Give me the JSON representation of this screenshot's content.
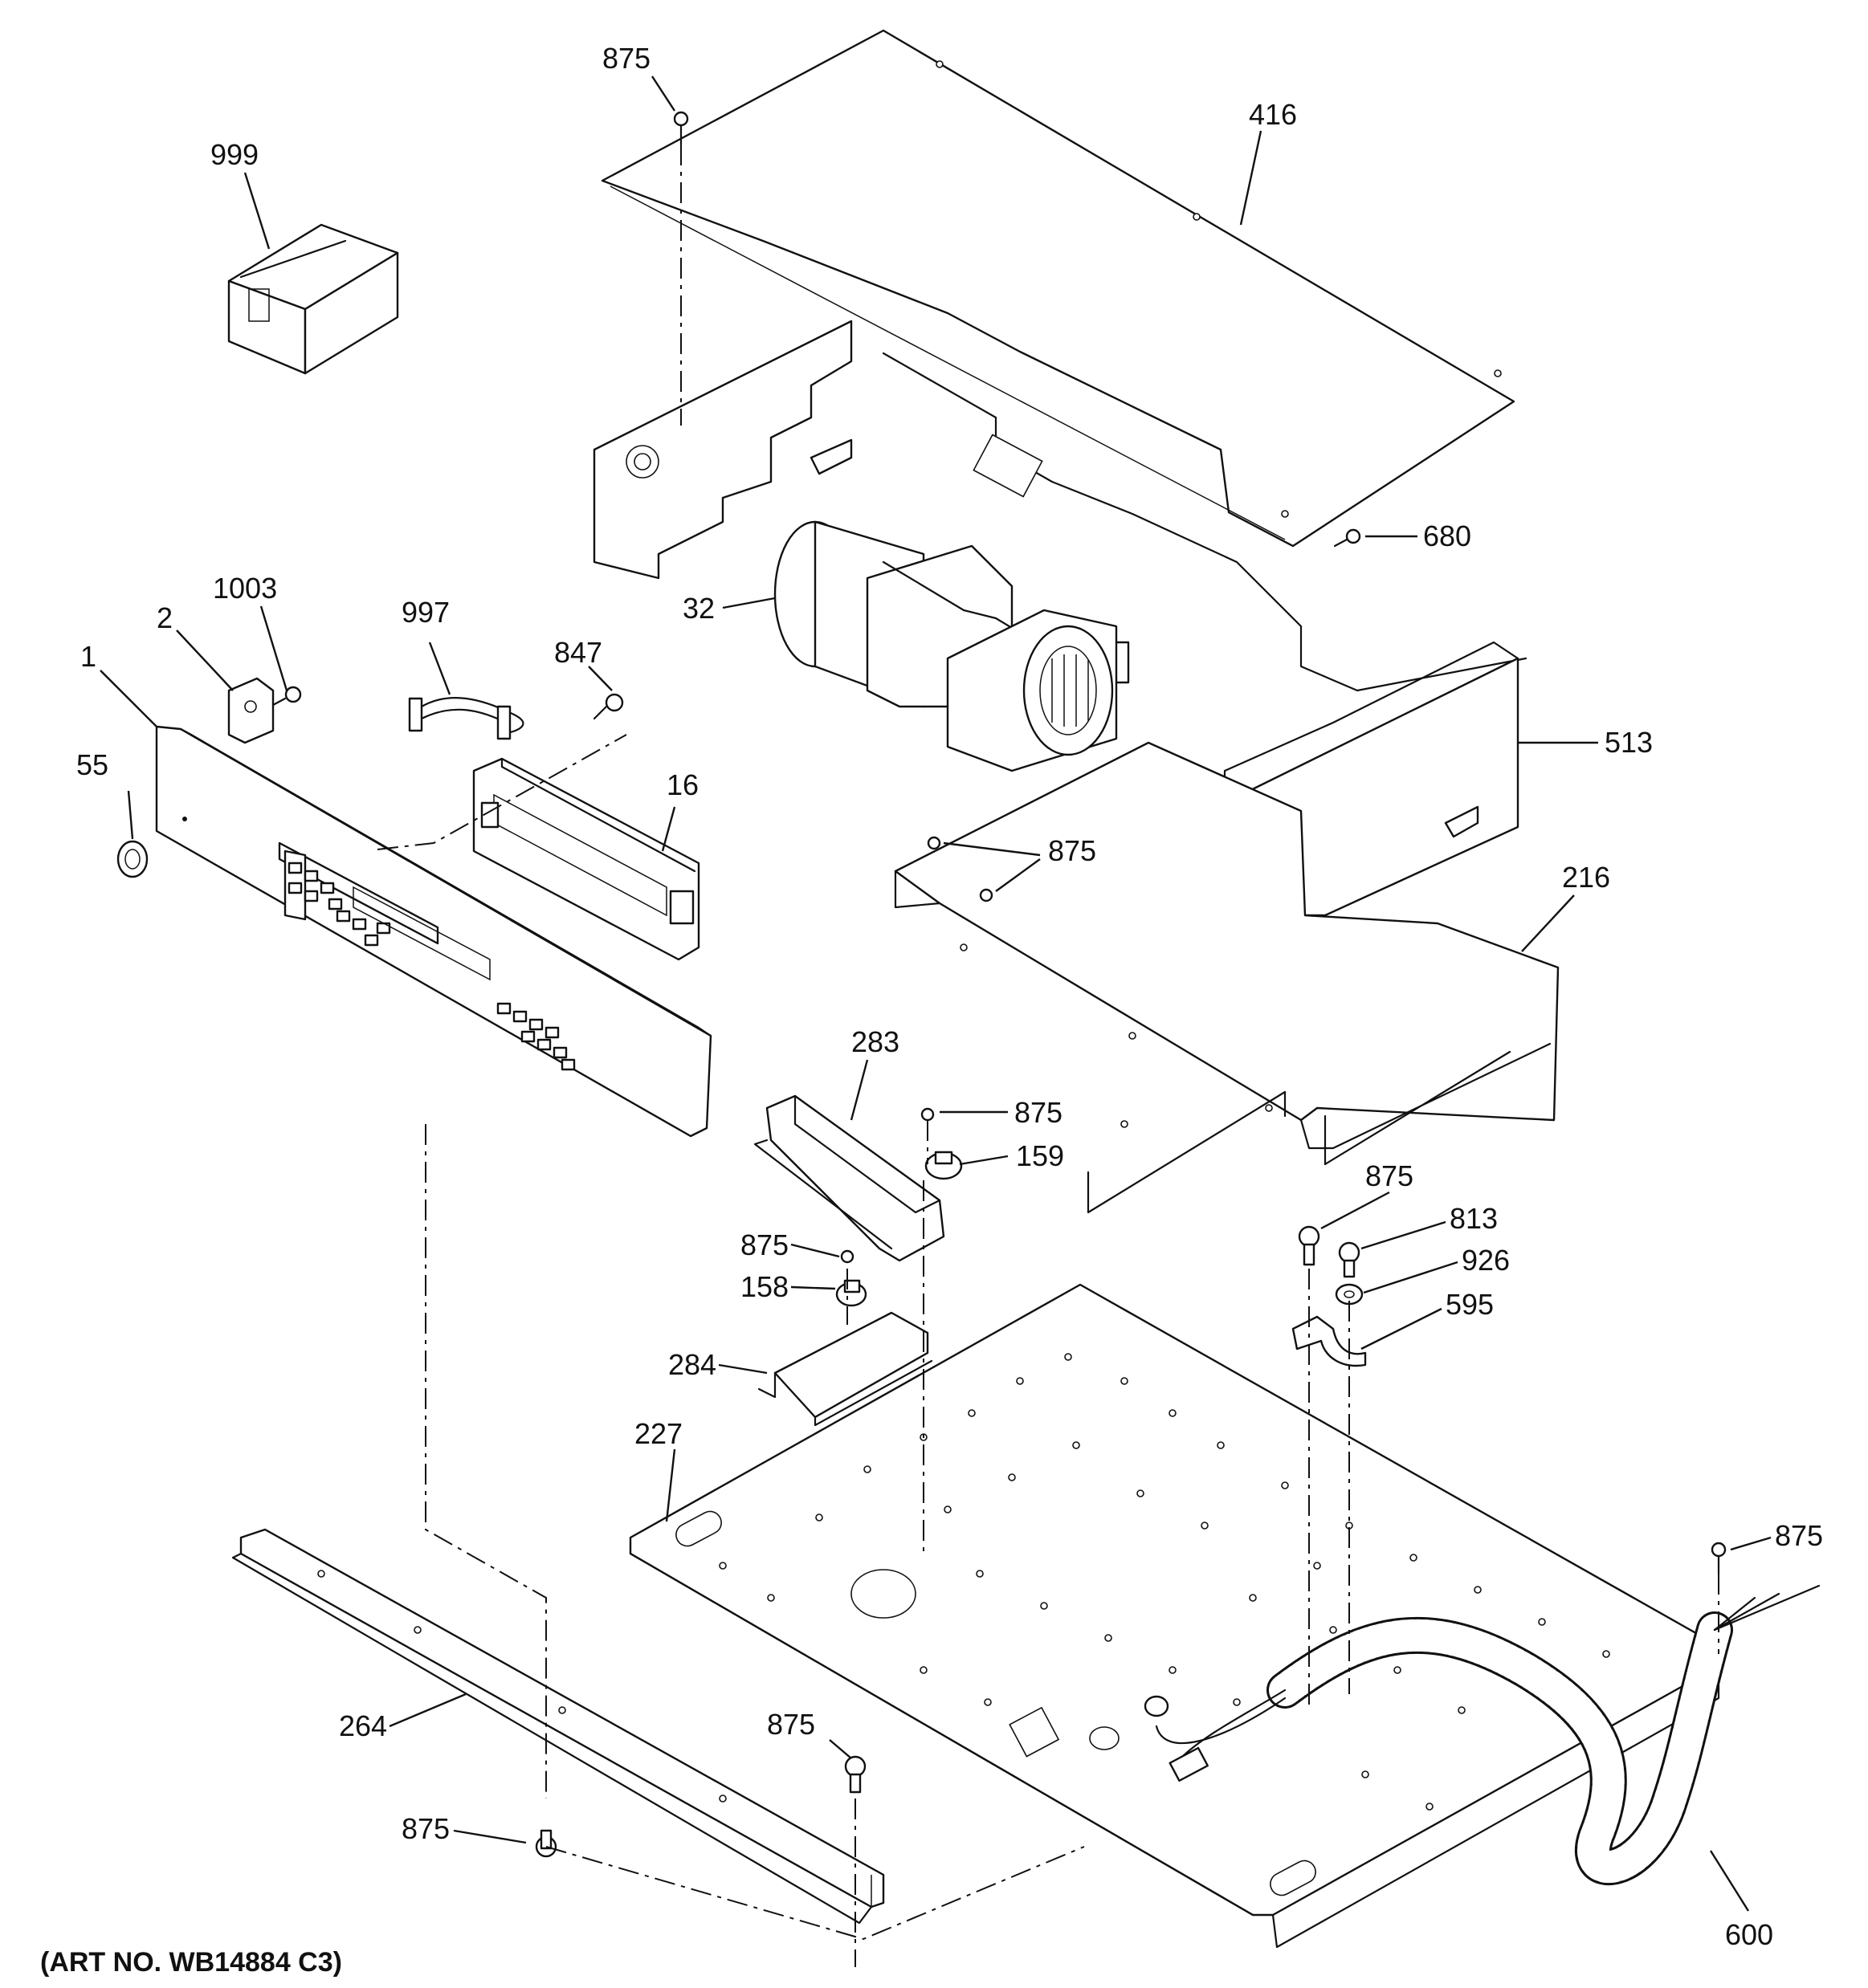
{
  "caption": "(ART NO. WB14884 C3)",
  "callouts": [
    {
      "id": "c-875-a",
      "text": "875"
    },
    {
      "id": "c-416",
      "text": "416"
    },
    {
      "id": "c-999",
      "text": "999"
    },
    {
      "id": "c-680",
      "text": "680"
    },
    {
      "id": "c-1003",
      "text": "1003"
    },
    {
      "id": "c-2",
      "text": "2"
    },
    {
      "id": "c-1",
      "text": "1"
    },
    {
      "id": "c-997",
      "text": "997"
    },
    {
      "id": "c-847",
      "text": "847"
    },
    {
      "id": "c-32",
      "text": "32"
    },
    {
      "id": "c-55",
      "text": "55"
    },
    {
      "id": "c-16",
      "text": "16"
    },
    {
      "id": "c-513",
      "text": "513"
    },
    {
      "id": "c-875-b",
      "text": "875"
    },
    {
      "id": "c-216",
      "text": "216"
    },
    {
      "id": "c-283",
      "text": "283"
    },
    {
      "id": "c-875-c",
      "text": "875"
    },
    {
      "id": "c-159",
      "text": "159"
    },
    {
      "id": "c-875-d",
      "text": "875"
    },
    {
      "id": "c-813",
      "text": "813"
    },
    {
      "id": "c-875-e",
      "text": "875"
    },
    {
      "id": "c-926",
      "text": "926"
    },
    {
      "id": "c-158",
      "text": "158"
    },
    {
      "id": "c-595",
      "text": "595"
    },
    {
      "id": "c-284",
      "text": "284"
    },
    {
      "id": "c-227",
      "text": "227"
    },
    {
      "id": "c-875-f",
      "text": "875"
    },
    {
      "id": "c-264",
      "text": "264"
    },
    {
      "id": "c-875-g",
      "text": "875"
    },
    {
      "id": "c-875-h",
      "text": "875"
    },
    {
      "id": "c-600",
      "text": "600"
    }
  ]
}
